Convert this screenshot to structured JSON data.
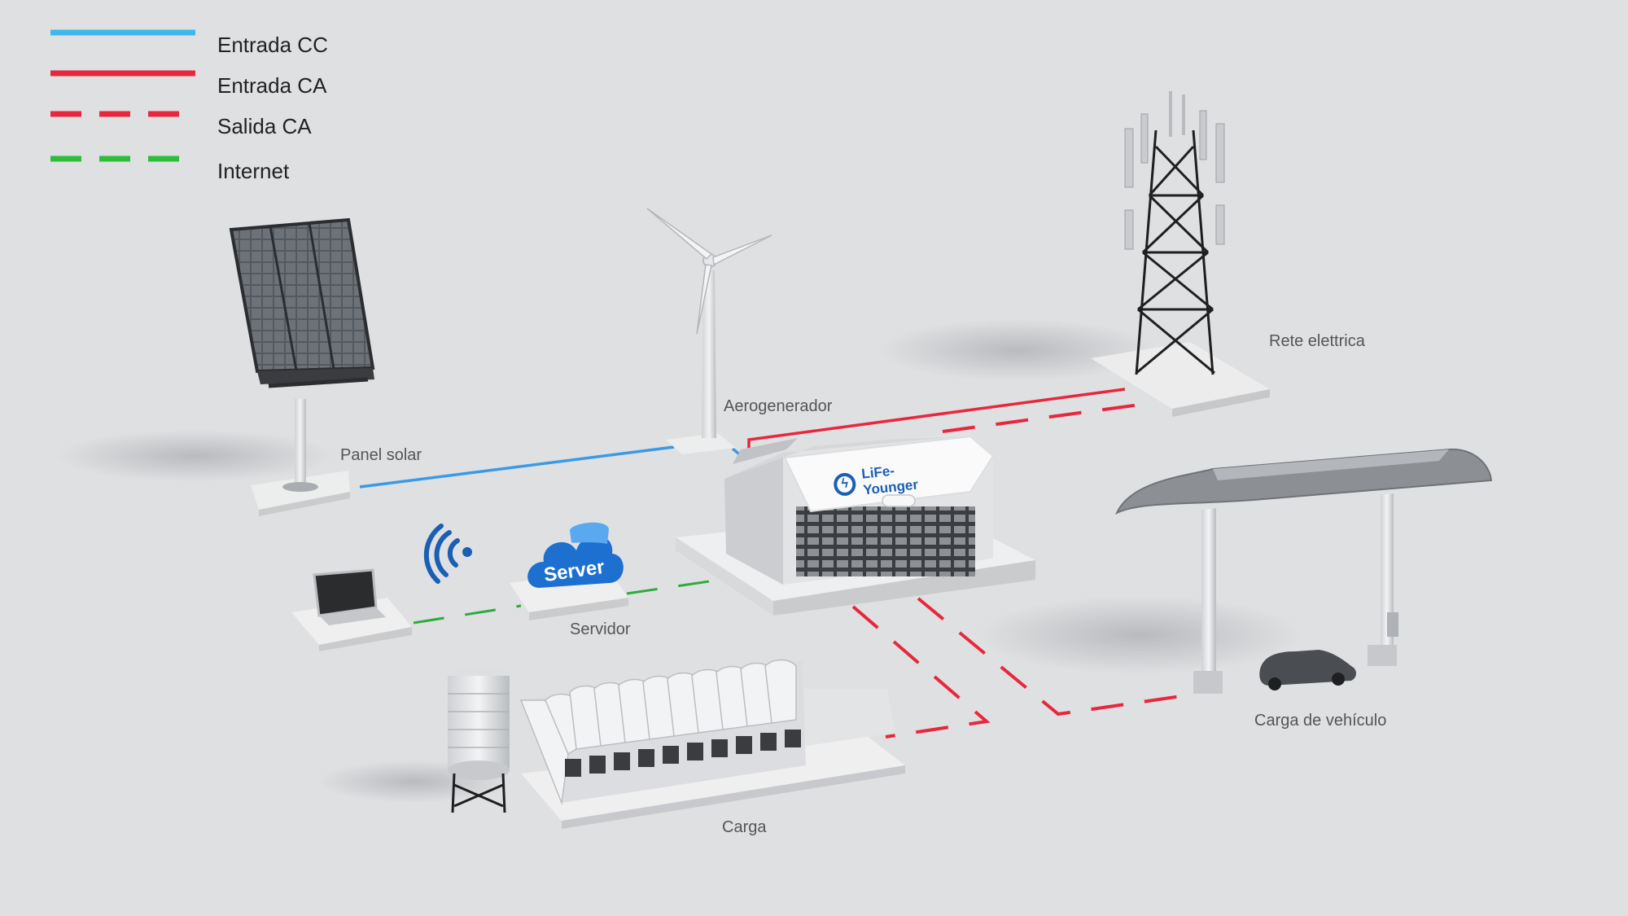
{
  "legend": [
    {
      "label": "Entrada CC",
      "color": "#3fb6ec",
      "style": "solid"
    },
    {
      "label": "Entrada CA",
      "color": "#e8273d",
      "style": "solid"
    },
    {
      "label": "Salida CA",
      "color": "#e8273d",
      "style": "dashed"
    },
    {
      "label": "Internet",
      "color": "#2dbd3b",
      "style": "dashed"
    }
  ],
  "nodes": {
    "solar_panel": "Panel solar",
    "wind_turbine": "Aerogenerador",
    "grid": "Rete elettrica",
    "server": "Servidor",
    "vehicle_charging": "Carga de vehículo",
    "load": "Carga"
  },
  "container": {
    "brand": "LiFe-Younger"
  },
  "server_icon": {
    "text": "Server"
  },
  "icons": [
    "solar-panel-icon",
    "wind-turbine-icon",
    "transmission-tower-icon",
    "wifi-icon",
    "cloud-server-icon",
    "laptop-icon",
    "battery-container-icon",
    "carport-icon",
    "car-icon",
    "water-tank-icon",
    "factory-icon"
  ],
  "colors": {
    "dc_input": "#3fb6ec",
    "ac_input": "#e8273d",
    "ac_output": "#e8273d",
    "internet": "#2dbd3b",
    "brand_blue": "#1a5fb4",
    "background": "#dfe0e2"
  }
}
